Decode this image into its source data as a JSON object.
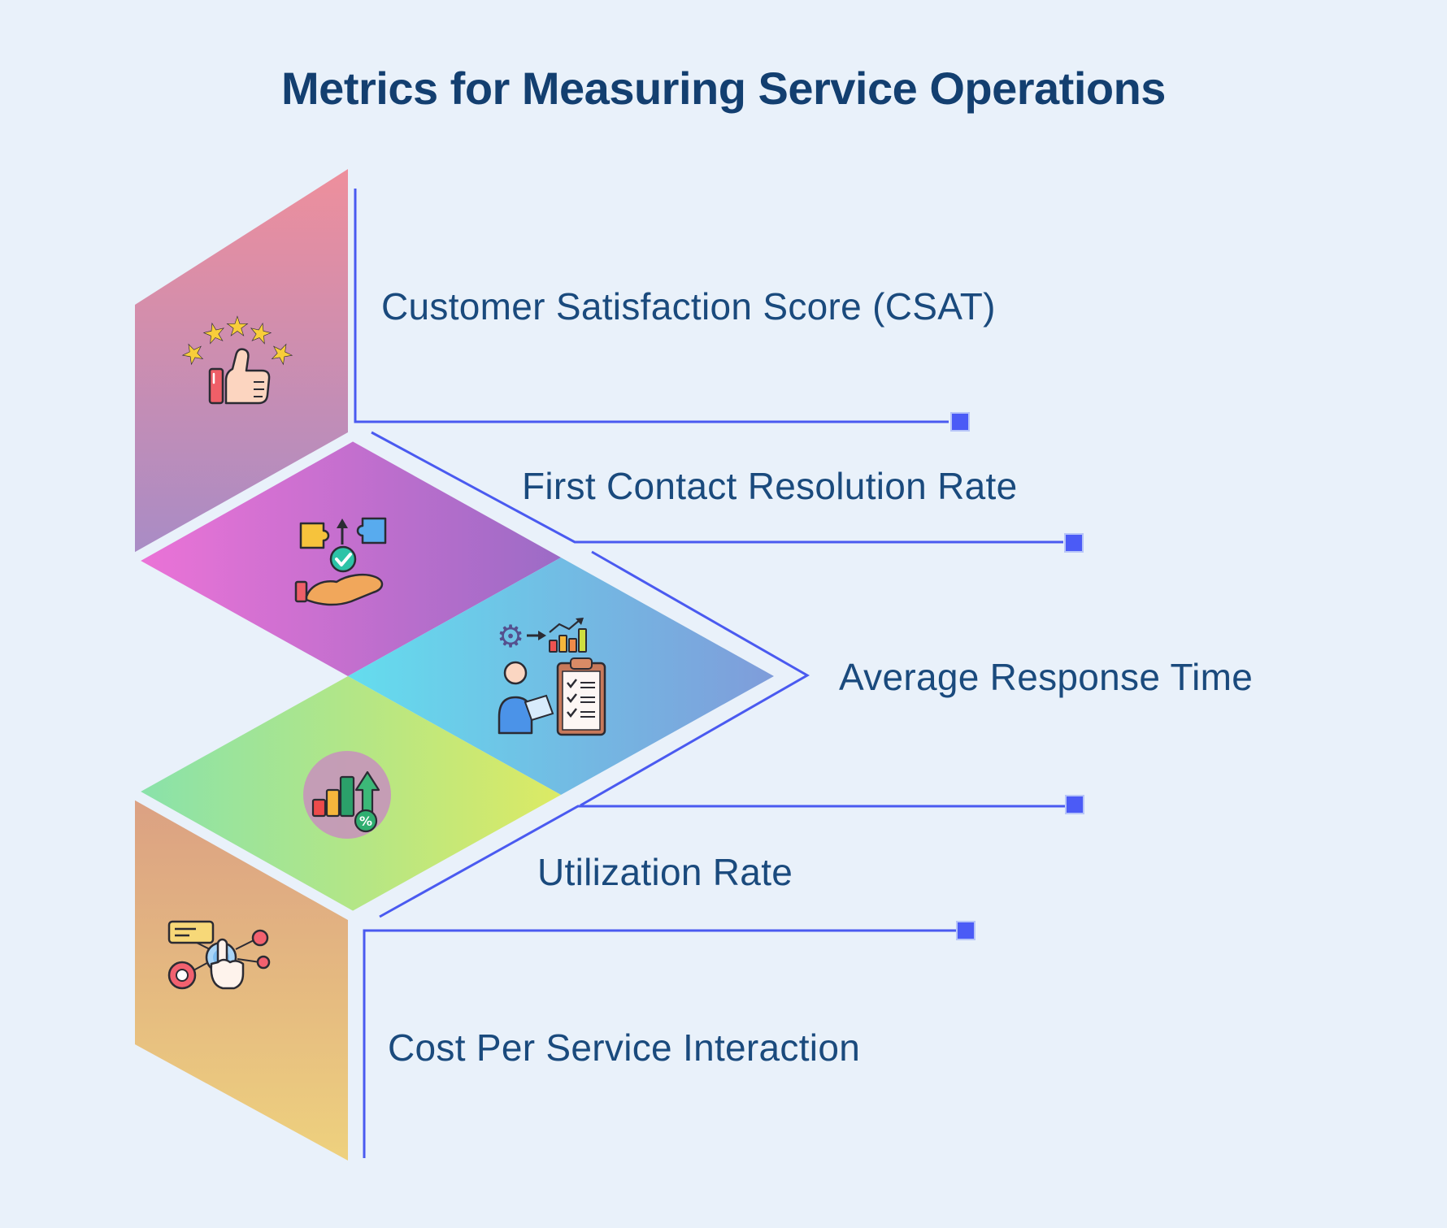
{
  "title": "Metrics for Measuring Service Operations",
  "metrics": [
    {
      "label": "Customer Satisfaction Score (CSAT)",
      "icon": "thumbs-up-stars-icon"
    },
    {
      "label": "First Contact Resolution Rate",
      "icon": "puzzle-hand-icon"
    },
    {
      "label": "Average Response Time",
      "icon": "person-checklist-icon"
    },
    {
      "label": "Utilization Rate",
      "icon": "bar-chart-percent-icon"
    },
    {
      "label": "Cost Per Service Interaction",
      "icon": "click-network-icon"
    }
  ],
  "glyphs": {
    "star": "★",
    "gear": "⚙",
    "percent": "%"
  },
  "colors": {
    "background": "#e9f1fa",
    "title_text": "#133f70",
    "label_text": "#1a4a7d",
    "connector": "#4a5af0",
    "endpoint_square": "#4b5bf6",
    "segment_gradients": [
      [
        "#ee8f9c",
        "#a88cc6"
      ],
      [
        "#ec73d7",
        "#9c6bc6"
      ],
      [
        "#64ddee",
        "#7f9cda"
      ],
      [
        "#88e2ab",
        "#dcea64"
      ],
      [
        "#dba083",
        "#eed17e"
      ]
    ]
  }
}
